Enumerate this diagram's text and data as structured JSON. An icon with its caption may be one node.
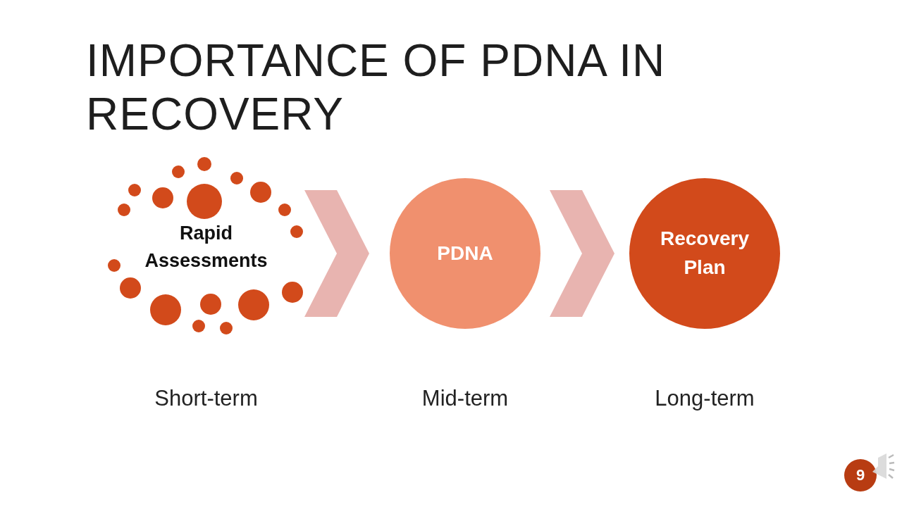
{
  "diagram": {
    "title": "IMPORTANCE OF PDNA IN RECOVERY",
    "nodes": [
      {
        "text": [
          "Rapid Assessments"
        ],
        "beside": [
          "Short-term"
        ]
      },
      {
        "text": [
          "PDNA"
        ],
        "beside": [
          "Mid-term"
        ]
      },
      {
        "text": [
          "Recovery Plan"
        ],
        "beside": [
          "Long-term"
        ]
      }
    ],
    "edges": [
      {
        "from": 0,
        "to": 1,
        "arrow": "to"
      },
      {
        "from": 1,
        "to": 2,
        "arrow": "to"
      }
    ],
    "labels": [
      "9"
    ]
  }
}
